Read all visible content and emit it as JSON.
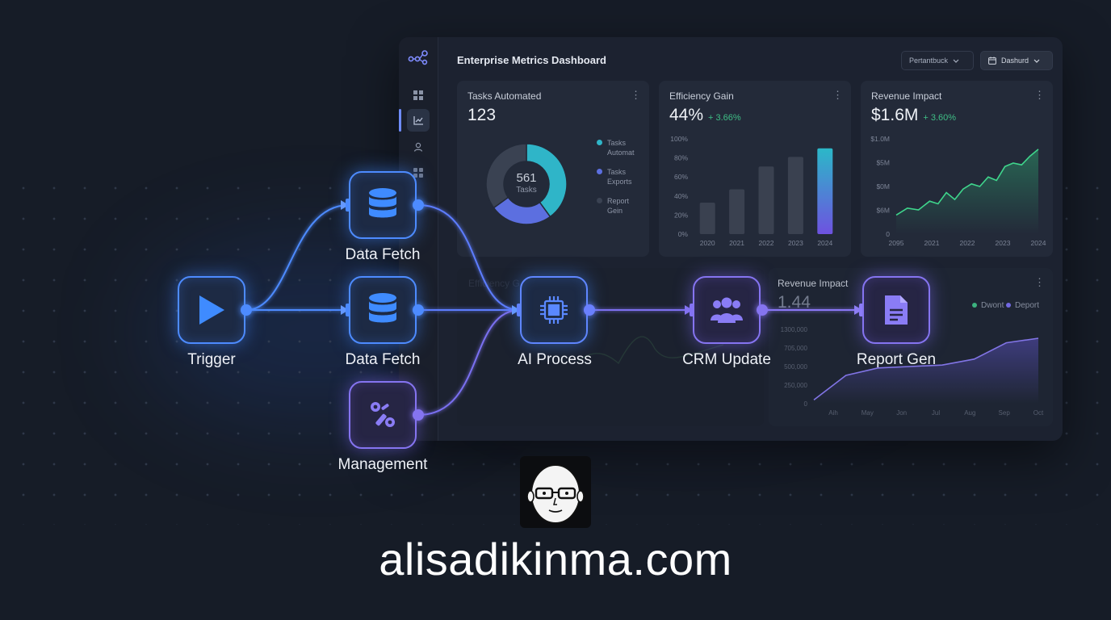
{
  "dashboard": {
    "title": "Enterprise Metrics Dashboard",
    "dropdown_1": "Pertantbuck",
    "dropdown_2": "Dashurd",
    "cards": {
      "tasks": {
        "title": "Tasks Automated",
        "value": "123",
        "center_value": "561",
        "center_label": "Tasks",
        "legend": [
          {
            "label1": "Tasks",
            "label2": "Automat",
            "color": "#2fb5c8"
          },
          {
            "label1": "Tasks",
            "label2": "Exports",
            "color": "#5c6fe0"
          },
          {
            "label1": "Report",
            "label2": "Gein",
            "color": "#3a4252"
          }
        ]
      },
      "efficiency": {
        "title": "Efficiency Gain",
        "value": "44%",
        "delta": "+ 3.66%"
      },
      "revenue": {
        "title": "Revenue Impact",
        "value": "$1.6M",
        "delta": "+ 3.60%"
      }
    },
    "lower": {
      "title": "Revenue Impact",
      "value": "1.44",
      "legend": [
        "Dwont",
        "Deport"
      ],
      "ghost_title": "Efficiency G"
    }
  },
  "chart_data": [
    {
      "type": "pie",
      "title": "Tasks Automated",
      "categories": [
        "Tasks Automat",
        "Tasks Exports",
        "Report Gein"
      ],
      "values": [
        40,
        25,
        35
      ],
      "colors": [
        "#2fb5c8",
        "#5c6fe0",
        "#3a4252"
      ]
    },
    {
      "type": "bar",
      "title": "Efficiency Gain",
      "categories": [
        "2020",
        "2021",
        "2022",
        "2023",
        "2024"
      ],
      "values": [
        33,
        47,
        71,
        81,
        90
      ],
      "yticks": [
        "100%",
        "80%",
        "60%",
        "40%",
        "20%",
        "0%"
      ],
      "ylim": [
        0,
        100
      ]
    },
    {
      "type": "area",
      "title": "Revenue Impact",
      "xticks": [
        "2095",
        "2021",
        "2022",
        "2023",
        "2024"
      ],
      "yticks": [
        "$1.0M",
        "$5M",
        "$0M",
        "$6M",
        "0"
      ],
      "x": [
        0,
        0.4,
        0.8,
        1.2,
        1.5,
        1.8,
        2.1,
        2.4,
        2.7,
        3.0,
        3.3,
        3.6,
        3.9,
        4.2,
        4.5,
        4.8,
        5.1
      ],
      "values": [
        22,
        30,
        28,
        38,
        35,
        48,
        40,
        52,
        58,
        55,
        66,
        62,
        78,
        82,
        80,
        90,
        98
      ],
      "ylim": [
        0,
        110
      ]
    },
    {
      "type": "area",
      "title": "Revenue Impact",
      "xticks": [
        "Aih",
        "May",
        "Jon",
        "Jul",
        "Aug",
        "Sep",
        "Oct"
      ],
      "yticks": [
        "1300,000",
        "705,000",
        "500,000",
        "250,000",
        "0"
      ],
      "values": [
        5,
        38,
        48,
        50,
        52,
        60,
        82,
        88
      ],
      "ylim": [
        0,
        100
      ]
    }
  ],
  "workflow": {
    "nodes": [
      {
        "id": "trigger",
        "label": "Trigger",
        "icon": "play-icon"
      },
      {
        "id": "fetch1",
        "label": "Data Fetch",
        "icon": "database-icon"
      },
      {
        "id": "fetch2",
        "label": "Data Fetch",
        "icon": "database-icon"
      },
      {
        "id": "mgmt",
        "label": "Management",
        "icon": "tools-icon"
      },
      {
        "id": "ai",
        "label": "AI Process",
        "icon": "chip-icon"
      },
      {
        "id": "crm",
        "label": "CRM Update",
        "icon": "users-icon"
      },
      {
        "id": "report",
        "label": "Report Gen",
        "icon": "document-icon"
      }
    ]
  },
  "brand": {
    "site": "alisadikinma.com"
  },
  "colors": {
    "blue": "#4d8bff",
    "purple": "#8574f0",
    "green": "#3fbf86",
    "teal": "#2fb5c8"
  }
}
